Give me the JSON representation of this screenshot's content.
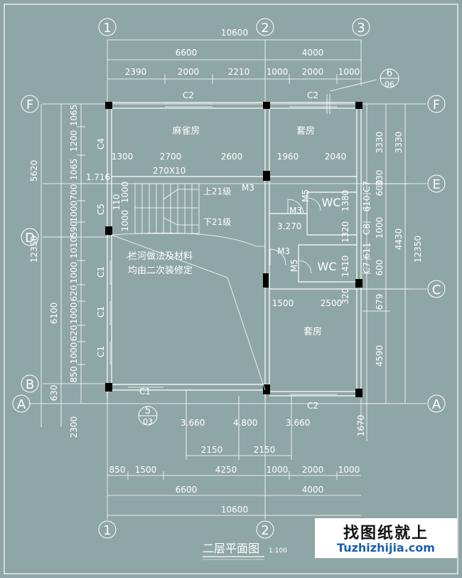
{
  "title": "二层平面图",
  "scale": "1:100",
  "watermark": {
    "main": "找图纸就上",
    "url": "Tuzhizhijia.com"
  },
  "axes": {
    "col1": "1",
    "col2": "2",
    "col3": "3",
    "rowA": "A",
    "rowB": "B",
    "rowC": "C",
    "rowD": "D",
    "rowE": "E",
    "rowF": "F"
  },
  "detail_marks": {
    "d6_num": "6",
    "d6_sheet": "06",
    "d5_num": "5",
    "d5_sheet": "03"
  },
  "rooms": {
    "mahjong": "麻雀房",
    "suite_top": "套房",
    "suite_bottom": "套房",
    "wc1": "WC",
    "wc2": "WC"
  },
  "labels": {
    "stair_size": "270X10",
    "up": "上21级",
    "down": "下21级",
    "railing_note_1": "拦河做法及材料",
    "railing_note_2": "均由二次装修定",
    "level_stair": "3.270",
    "level_1": "3.660",
    "level_2": "4.800",
    "level_3": "3.660"
  },
  "doors_windows": {
    "c2a": "C2",
    "c2b": "C2",
    "c2c": "C2",
    "c1": "C1",
    "c4": "C4",
    "c5": "C5",
    "c1a": "C1",
    "c1b": "C1",
    "c1c": "C1",
    "c7a": "C7",
    "c7b": "C7",
    "c8": "C8",
    "m3a": "M3",
    "m3b": "M3",
    "m3c": "M3",
    "m5a": "M5",
    "m5b": "M5"
  },
  "dims_top": {
    "total": "10600",
    "seg_a": "6600",
    "seg_b": "4000",
    "d1": "2390",
    "d2": "2000",
    "d3": "2210",
    "d4": "1000",
    "d5": "2000",
    "d6": "1000"
  },
  "dims_bottom": {
    "total": "10600",
    "seg_a": "6600",
    "seg_b": "4000",
    "d1": "850",
    "d2": "1500",
    "d3": "4250",
    "d4": "1000",
    "d5": "2000",
    "d6": "1000",
    "b1": "2150",
    "b2": "2150"
  },
  "dims_interior": {
    "i1": "1300",
    "i2": "2700",
    "i3": "2600",
    "i4": "1960",
    "i5": "2040",
    "i6": "1500",
    "i7": "2500"
  },
  "dims_left": {
    "total": "12350",
    "seg1": "5620",
    "seg2": "6100",
    "seg3": "630",
    "seg4": "2300",
    "l1": "1065",
    "l2": "1200",
    "l3": "1065",
    "l4": "700",
    "l5": "1000",
    "l6": "1000",
    "l7": "590",
    "l8": "1010",
    "l9": "1000",
    "l10": "620",
    "l11": "1000",
    "l12": "620",
    "l13": "1000",
    "l14": "850",
    "s1": "110",
    "s2": "1000",
    "s3": "1000",
    "s4": "1.716"
  },
  "dims_right": {
    "total": "12350",
    "r1": "3330",
    "r2": "3330",
    "r3": "330",
    "r4": "4430",
    "r5": "679",
    "r6": "4590",
    "r7": "1670",
    "r8": "600",
    "r9": "610",
    "r10": "1000",
    "r11": "611",
    "r12": "600",
    "r13": "1380",
    "r14": "1320",
    "r15": "1410",
    "r16": "320"
  }
}
